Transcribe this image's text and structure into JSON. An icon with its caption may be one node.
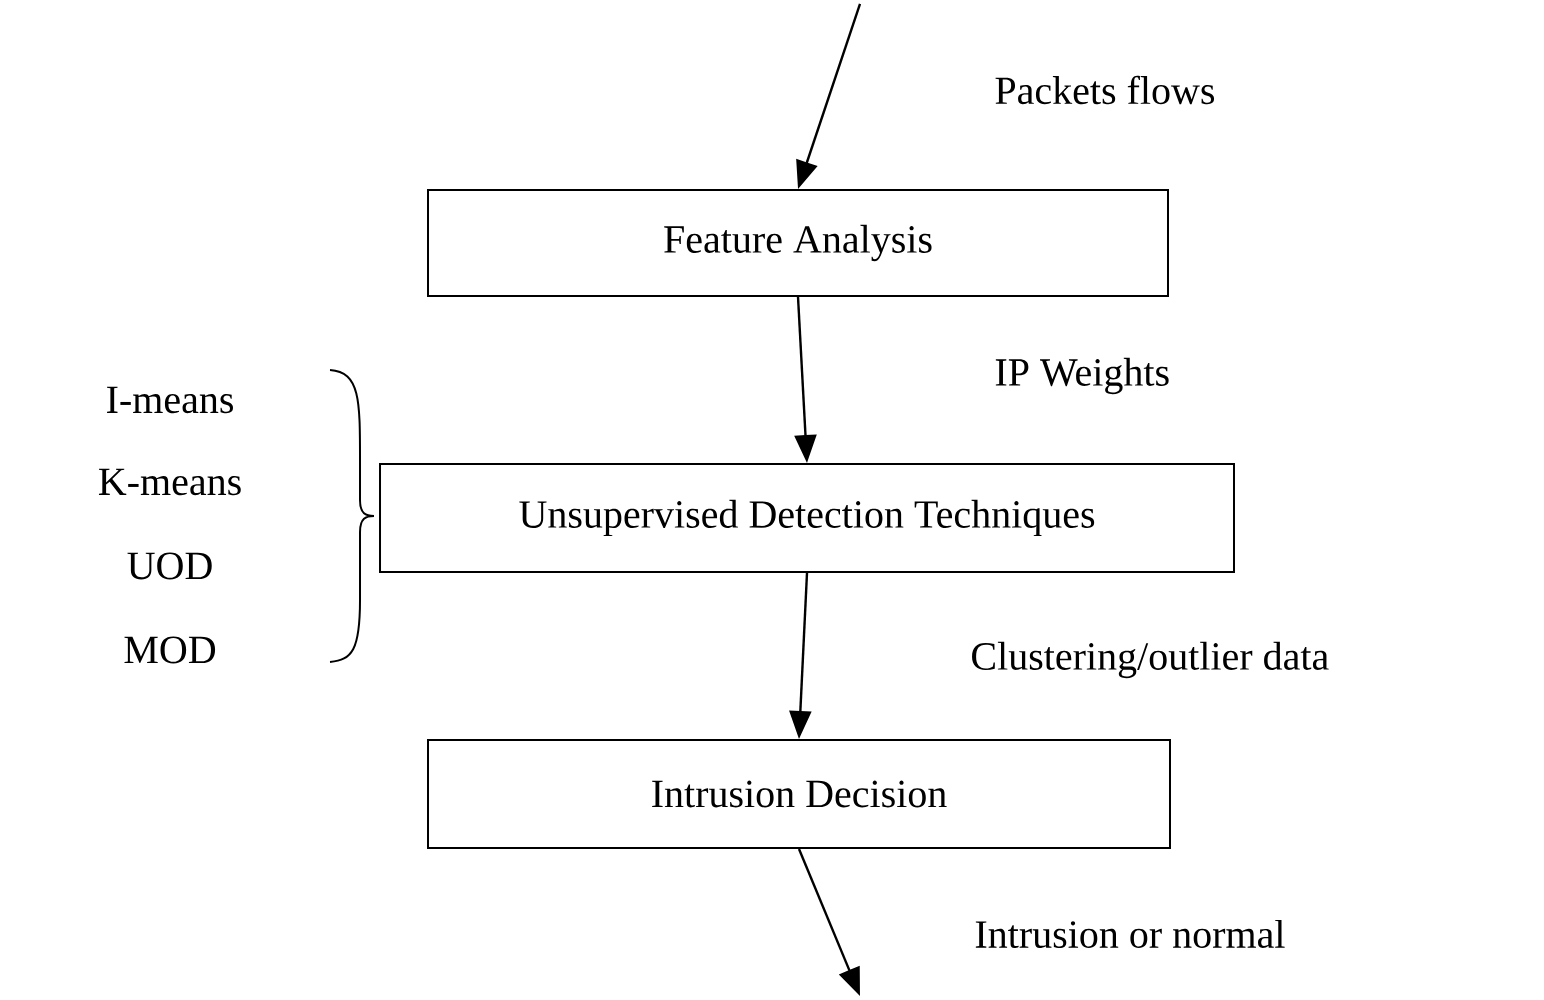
{
  "diagram": {
    "nodes": [
      {
        "text": [
          "Feature Analysis"
        ]
      },
      {
        "text": [
          "Unsupervised Detection Techniques"
        ]
      },
      {
        "text": [
          "Intrusion Decision"
        ]
      }
    ],
    "edges": [
      {
        "from": null,
        "to": 0,
        "arrow": "to",
        "label": "Packets flows"
      },
      {
        "from": 0,
        "to": 1,
        "arrow": "to",
        "label": "IP Weights"
      },
      {
        "from": 1,
        "to": 2,
        "arrow": "to",
        "label": "Clustering/outlier data"
      },
      {
        "from": 2,
        "to": null,
        "arrow": "to",
        "label": "Intrusion or normal"
      }
    ],
    "labels": [
      "I-means",
      "K-means",
      "UOD",
      "MOD"
    ]
  }
}
